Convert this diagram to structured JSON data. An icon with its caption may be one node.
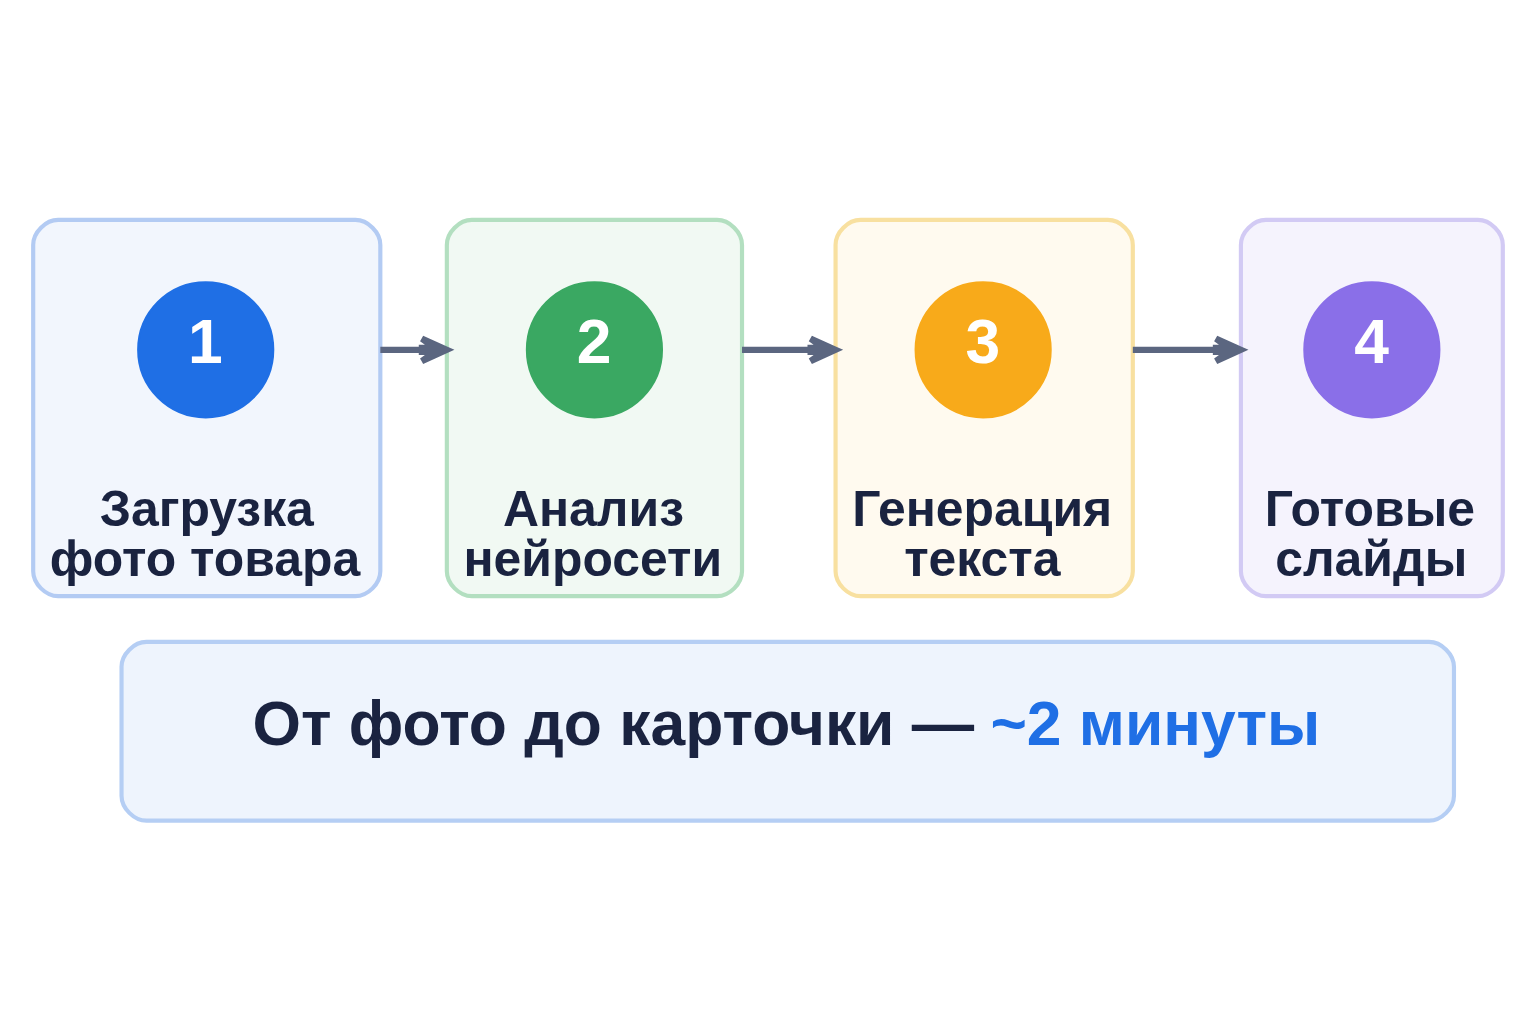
{
  "diagram": {
    "nodes": [
      {
        "text": [
          "Загрузка фото товара"
        ]
      },
      {
        "text": [
          "1"
        ],
        "in": 0
      },
      {
        "text": [
          "Анализ нейросети"
        ]
      },
      {
        "text": [
          "2"
        ],
        "in": 2
      },
      {
        "text": [
          "Генерация текста"
        ]
      },
      {
        "text": [
          "3"
        ],
        "in": 4
      },
      {
        "text": [
          "Готовые слайды"
        ]
      },
      {
        "text": [
          "4"
        ],
        "in": 6
      },
      {
        "text": [
          "От фото до карточки —",
          "~2 минуты"
        ]
      }
    ],
    "edges": [
      {
        "from": 0,
        "to": 2,
        "arrow": "to"
      },
      {
        "from": 2,
        "to": 4,
        "arrow": "to"
      },
      {
        "from": 4,
        "to": 6,
        "arrow": "to"
      }
    ]
  }
}
